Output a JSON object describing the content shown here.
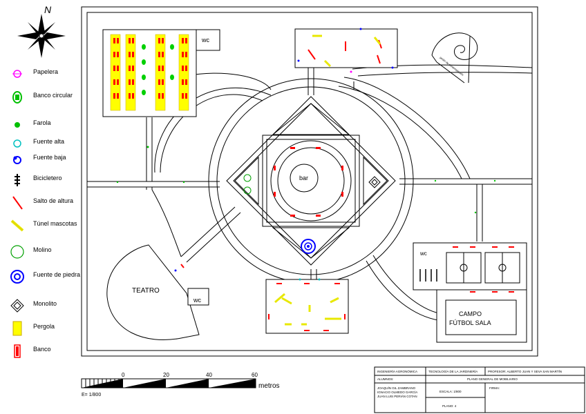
{
  "north": "N",
  "legend": [
    {
      "icon": "papelera-icon",
      "label": "Papelera",
      "color": "#ff00ff"
    },
    {
      "icon": "banco-circular-icon",
      "label": "Banco circular",
      "color": "#00c000"
    },
    {
      "icon": "farola-icon",
      "label": "Farola",
      "color": "#00c000"
    },
    {
      "icon": "fuente-alta-icon",
      "label": "Fuente alta",
      "color": "#00c0c0"
    },
    {
      "icon": "fuente-baja-icon",
      "label": "Fuente baja",
      "color": "#0000ff"
    },
    {
      "icon": "bicicletero-icon",
      "label": "Bicicletero",
      "color": "#000000"
    },
    {
      "icon": "salto-altura-icon",
      "label": "Salto de altura",
      "color": "#ff0000"
    },
    {
      "icon": "tunel-mascotas-icon",
      "label": "Túnel mascotas",
      "color": "#ffff00"
    },
    {
      "icon": "molino-icon",
      "label": "Molino",
      "color": "#00a000"
    },
    {
      "icon": "fuente-piedra-icon",
      "label": "Fuente de piedra",
      "color": "#0000ff"
    },
    {
      "icon": "monolito-icon",
      "label": "Monolito",
      "color": "#000000"
    },
    {
      "icon": "pergola-icon",
      "label": "Pergola",
      "color": "#ffff00"
    },
    {
      "icon": "banco-icon",
      "label": "Banco",
      "color": "#ff0000"
    }
  ],
  "plan": {
    "wc": "wc",
    "bar": "bar",
    "teatro": "TEATRO",
    "campo_line1": "CAMPO",
    "campo_line2": "FÚTBOL SALA",
    "spiral_text": "jardín de contemplación"
  },
  "scale": {
    "ticks": [
      "0",
      "20",
      "40",
      "60"
    ],
    "unit": "metros",
    "ratio": "E= 1/800"
  },
  "title_block": {
    "school": "INGENIERÍA AGRONÓMICA",
    "subject": "TECNOLOGÍA DE LA JARDINERÍA",
    "professor": "PROFESOR: ALBERTO JUAN Y SEVA SAN MARTÍN",
    "students_label": "ALUMNOS:",
    "plan_title": "PLANO GENERAL DE MOBILIARIO",
    "students": [
      "JOAQUÍN GIL ZAMBRANO",
      "IGNACIO OLMEDO GARCÍA",
      "JUAN LUIS PERIÁN COTAN"
    ],
    "escala": "ESCALA: 1/800",
    "plano": "PLANO: 4",
    "firma": "FIRMA:"
  }
}
